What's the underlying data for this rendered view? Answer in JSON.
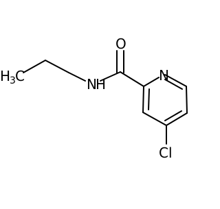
{
  "molecule": {
    "atoms": {
      "oxygen": "O",
      "amide_nitrogen": "N",
      "amide_hydrogen": "H",
      "ring_nitrogen": "N",
      "chlorine": "Cl",
      "methyl_carbon": "H",
      "methyl_subscript": "3",
      "methyl_c": "C"
    }
  }
}
